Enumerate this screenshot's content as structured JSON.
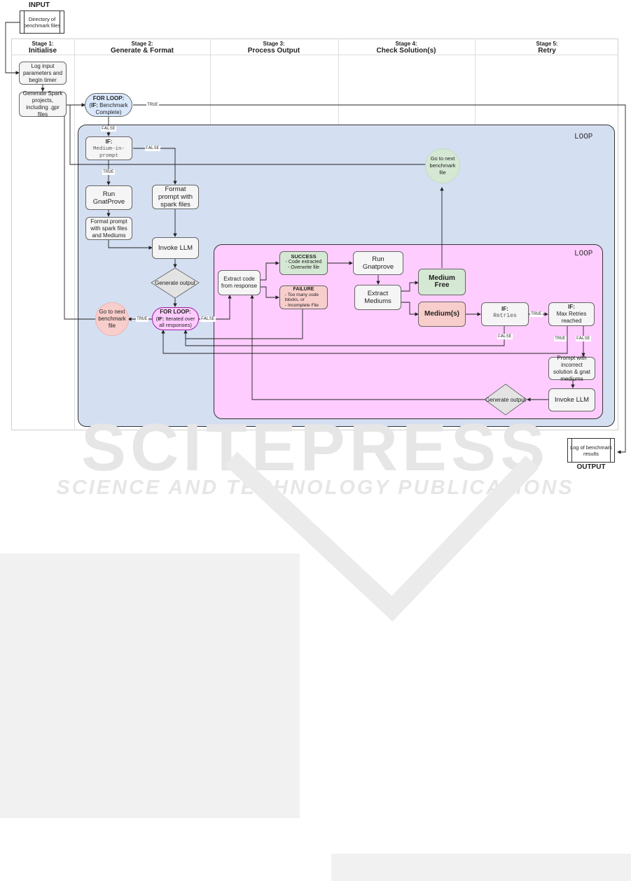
{
  "input_label": "INPUT",
  "output_label": "OUTPUT",
  "input_box": "Directory of benchmark files",
  "output_box": "Log of benchmark results",
  "stages": [
    {
      "num": "Stage 1:",
      "name": "Initialise"
    },
    {
      "num": "Stage 2:",
      "name": "Generate & Format"
    },
    {
      "num": "Stage 3:",
      "name": "Process Output"
    },
    {
      "num": "Stage 4:",
      "name": "Check Solution(s)"
    },
    {
      "num": "Stage 5:",
      "name": "Retry"
    }
  ],
  "loop_outer": "LOOP",
  "loop_inner": "LOOP",
  "nodes": {
    "log_params": "Log input parameters and begin timer",
    "gen_spark": "Generate Spark projects, including .gpr files",
    "for_loop_1_title": "FOR LOOP:",
    "for_loop_1_if": "IF:",
    "for_loop_1_text": "Benchmark Complete)",
    "if_medium_title": "IF:",
    "if_medium_text": "Medium-in-prompt",
    "run_gnatprove": "Run GnatProve",
    "format_prompt_spark": "Format prompt with spark files",
    "format_prompt_mediums": "Format prompt with spark files and Mediums",
    "invoke_llm_1": "Invoke LLM",
    "generate_output_1": "Generate output",
    "for_loop_2_title": "FOR LOOP:",
    "for_loop_2_if": "IF:",
    "for_loop_2_text": "Iterated over all responses)",
    "go_next_1": "Go to next benchmark file",
    "go_next_2": "Go to next benchmark file",
    "extract_code": "Extract code from response",
    "success_title": "SUCCESS",
    "success_items": "- Code extracted\n- Overwrite file",
    "failure_title": "FAILURE",
    "failure_items": "- Too many code blocks, or\n- Incomplete File",
    "run_gnatprove_2": "Run Gnatprove",
    "extract_mediums": "Extract Mediums",
    "medium_free": "Medium Free",
    "mediums": "Medium(s)",
    "if_retries_title": "IF:",
    "if_retries_text": "Retries",
    "if_max_title": "IF:",
    "if_max_text": "Max Retries reached",
    "prompt_incorrect": "Prompt with incorrect solution & gnat mediums",
    "invoke_llm_2": "Invoke LLM",
    "generate_output_2": "Generate output"
  },
  "edge_labels": {
    "true_1": "TRUE",
    "false_1": "FALSE",
    "false_2": "FALSE",
    "true_2": "TRUE",
    "true_3": "TRUE",
    "false_3": "FALSE",
    "true_4": "TRUE",
    "false_4": "FALSE",
    "true_5": "TRUE",
    "false_5": "FALSE"
  },
  "colors": {
    "outer_loop_bg": "#d4dff2",
    "inner_loop_bg": "#ffccff",
    "success_bg": "#d5e8d4",
    "failure_bg": "#f8cecc",
    "medium_free_bg": "#d5e8d4",
    "mediums_bg": "#f8cecc",
    "go_next_green": "#d5e8d4",
    "go_next_red": "#f8cecc",
    "for_loop_blue": "#dae8fc",
    "for_loop_pink": "#ffccff",
    "watermark": "#e6e6e6"
  },
  "watermark_main": "SCITEPRESS",
  "watermark_sub": "SCIENCE AND TECHNOLOGY PUBLICATIONS"
}
